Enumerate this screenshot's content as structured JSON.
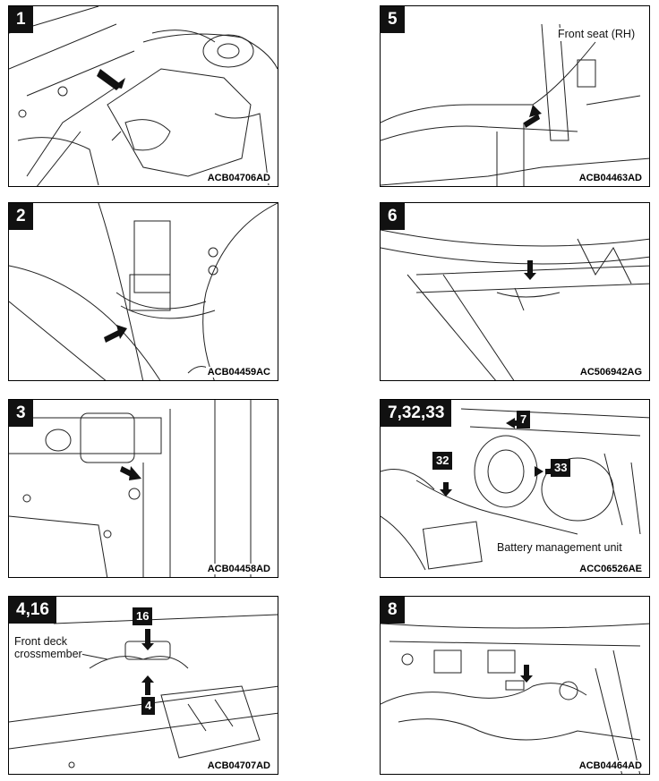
{
  "panels": [
    {
      "badge": "1",
      "code": "ACB04706AD"
    },
    {
      "badge": "2",
      "code": "ACB04459AC"
    },
    {
      "badge": "3",
      "code": "ACB04458AD"
    },
    {
      "badge": "4,16",
      "code": "ACB04707AD",
      "callouts": [
        "16",
        "4"
      ],
      "labels": {
        "crossmember_line1": "Front deck",
        "crossmember_line2": "crossmember"
      }
    },
    {
      "badge": "5",
      "code": "ACB04463AD",
      "labels": {
        "seat": "Front seat (RH)"
      }
    },
    {
      "badge": "6",
      "code": "AC506942AG"
    },
    {
      "badge": "7,32,33",
      "code": "ACC06526AE",
      "callouts": [
        "7",
        "32",
        "33"
      ],
      "labels": {
        "bmu": "Battery management unit"
      }
    },
    {
      "badge": "8",
      "code": "ACB04464AD"
    }
  ]
}
